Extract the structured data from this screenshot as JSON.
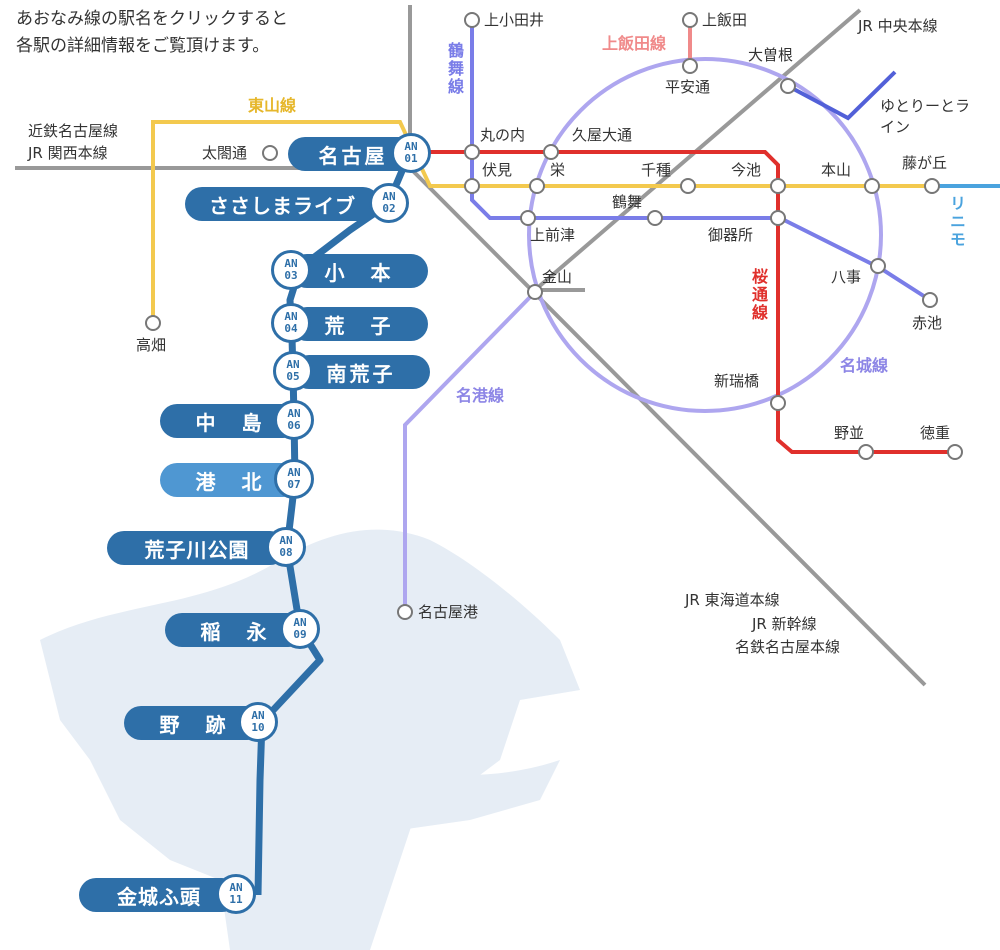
{
  "intro": [
    "あおなみ線の駅名をクリックすると",
    "各駅の詳細情報をご覧頂けます。"
  ],
  "colors": {
    "aonami": "#2e6fa8",
    "aonami_light": "#4f97d2",
    "higashiyama": "#f3c94e",
    "meijo": "#aea6ef",
    "tsurumai": "#7a7de8",
    "sakuradori": "#e0302c",
    "kamiiida": "#f08a8a",
    "jr": "#999999",
    "yutorito": "#5260d8",
    "linimo": "#4aa3de"
  },
  "aonami_stations": [
    {
      "name": "名古屋",
      "code_top": "AN",
      "code_num": "01"
    },
    {
      "name": "ささしまライブ",
      "code_top": "AN",
      "code_num": "02"
    },
    {
      "name": "小　本",
      "code_top": "AN",
      "code_num": "03"
    },
    {
      "name": "荒　子",
      "code_top": "AN",
      "code_num": "04"
    },
    {
      "name": "南荒子",
      "code_top": "AN",
      "code_num": "05"
    },
    {
      "name": "中　島",
      "code_top": "AN",
      "code_num": "06"
    },
    {
      "name": "港　北",
      "code_top": "AN",
      "code_num": "07"
    },
    {
      "name": "荒子川公園",
      "code_top": "AN",
      "code_num": "08"
    },
    {
      "name": "稲　永",
      "code_top": "AN",
      "code_num": "09"
    },
    {
      "name": "野　跡",
      "code_top": "AN",
      "code_num": "10"
    },
    {
      "name": "金城ふ頭",
      "code_top": "AN",
      "code_num": "11"
    }
  ],
  "line_names": {
    "higashiyama": "東山線",
    "tsurumai": "鶴舞線",
    "kamiiida": "上飯田線",
    "sakuradori": "桜通線",
    "meijo": "名城線",
    "meiko": "名港線",
    "yutorito": "ゆとりーとライン",
    "linimo": "リニモ",
    "jr_chuo": "JR 中央本線",
    "kintetsu": "近鉄名古屋線",
    "jr_kansai": "JR 関西本線",
    "jr_tokaido": "JR 東海道本線",
    "jr_shinkansen": "JR 新幹線",
    "meitetsu": "名鉄名古屋本線"
  },
  "stations": {
    "taikodori": "太閤通",
    "takabata": "高畑",
    "kamiotai": "上小田井",
    "kamiiida": "上飯田",
    "heiando": "平安通",
    "ozone": "大曽根",
    "marunouchi": "丸の内",
    "hisaya": "久屋大通",
    "fushimi": "伏見",
    "sakae": "栄",
    "chikusa": "千種",
    "imaike": "今池",
    "motoyama": "本山",
    "fujigaoka": "藤が丘",
    "tsurumai": "鶴舞",
    "kamimaezu": "上前津",
    "gokiso": "御器所",
    "kanayama": "金山",
    "yagoto": "八事",
    "akaike": "赤池",
    "aratamabashi": "新瑞橋",
    "nonami": "野並",
    "tokushige": "徳重",
    "nagoyako": "名古屋港"
  }
}
